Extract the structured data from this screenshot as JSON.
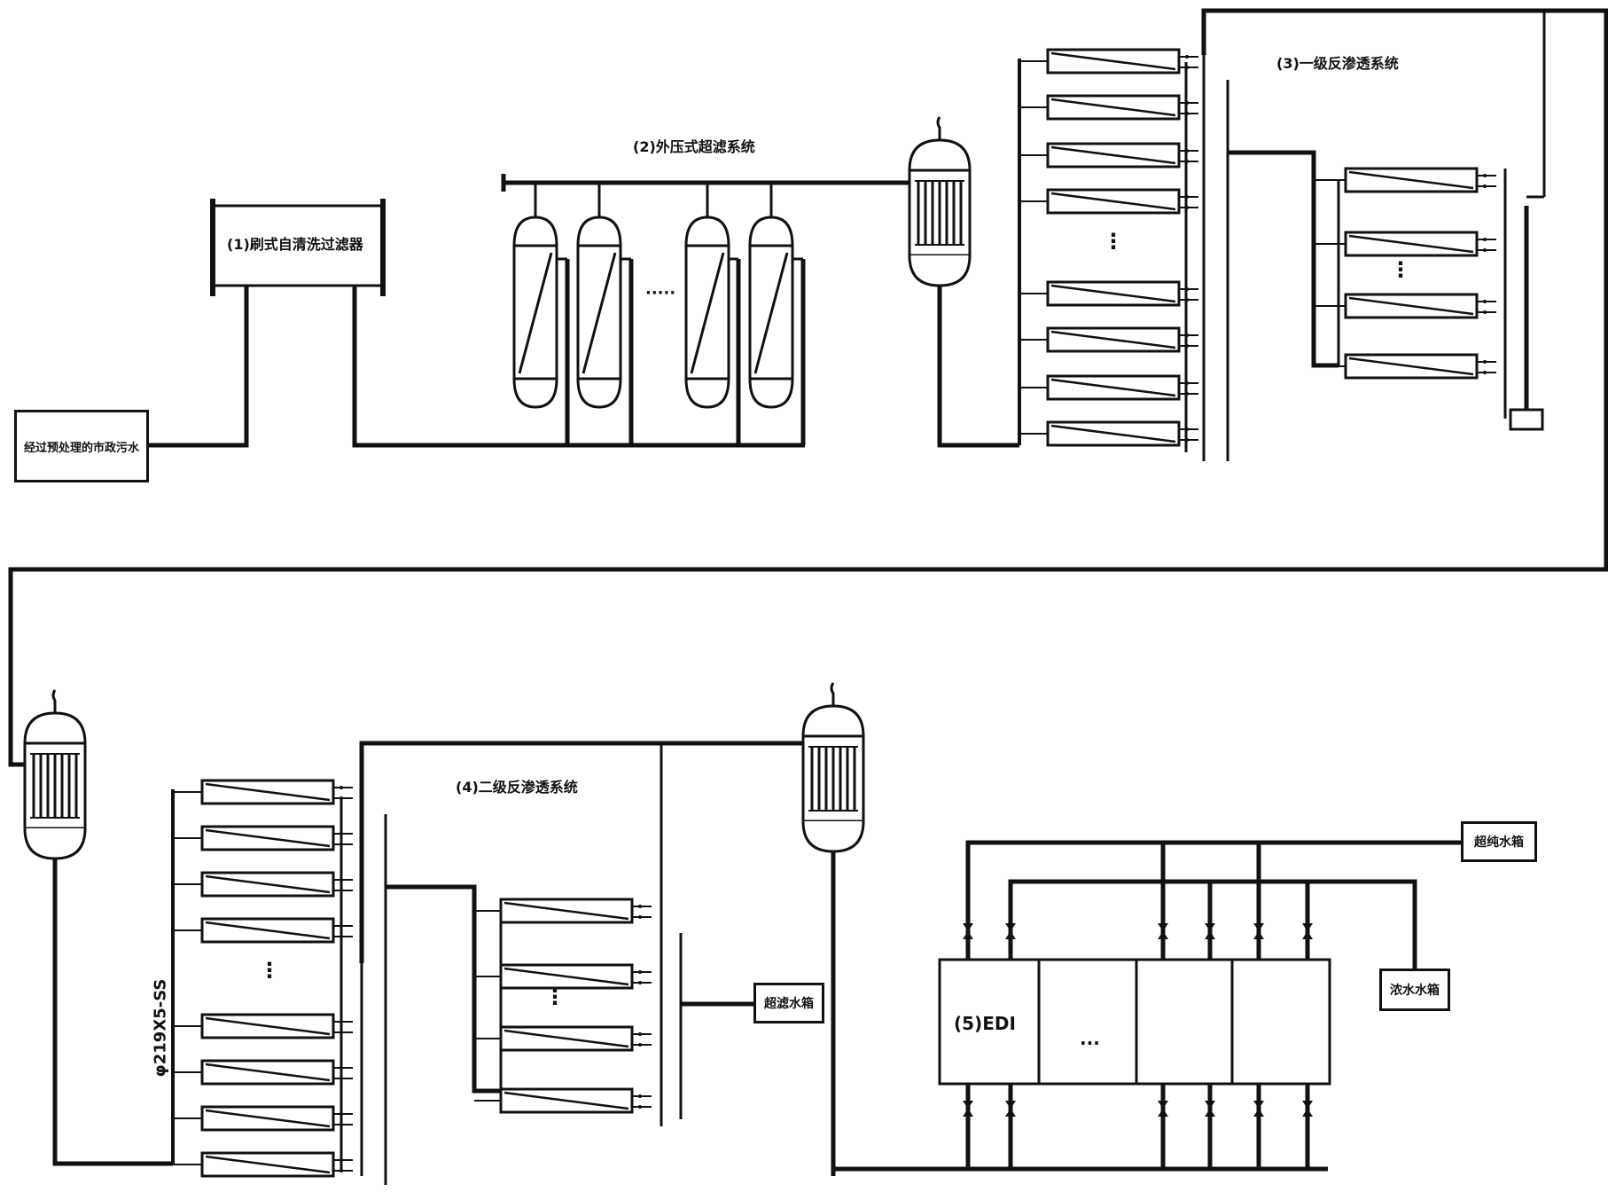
{
  "labels": {
    "source": "经过预处理的市政污水",
    "stage1": "(1)刷式自清洗过滤器",
    "stage2": "(2)外压式超滤系统",
    "stage3": "(3)一级反渗透系统",
    "stage4": "(4)二级反渗透系统",
    "stage5": "(5)EDI",
    "pipe_spec": "φ219X5-SS",
    "intermediate_tank": "超滤水箱",
    "product_tank": "超纯水箱",
    "concentrate_tank": "浓水水箱",
    "dots_uf": "·····",
    "dots_ro": "⋮",
    "dots_edi": "···"
  },
  "colors": {
    "line": "#111111",
    "background": "#ffffff"
  }
}
